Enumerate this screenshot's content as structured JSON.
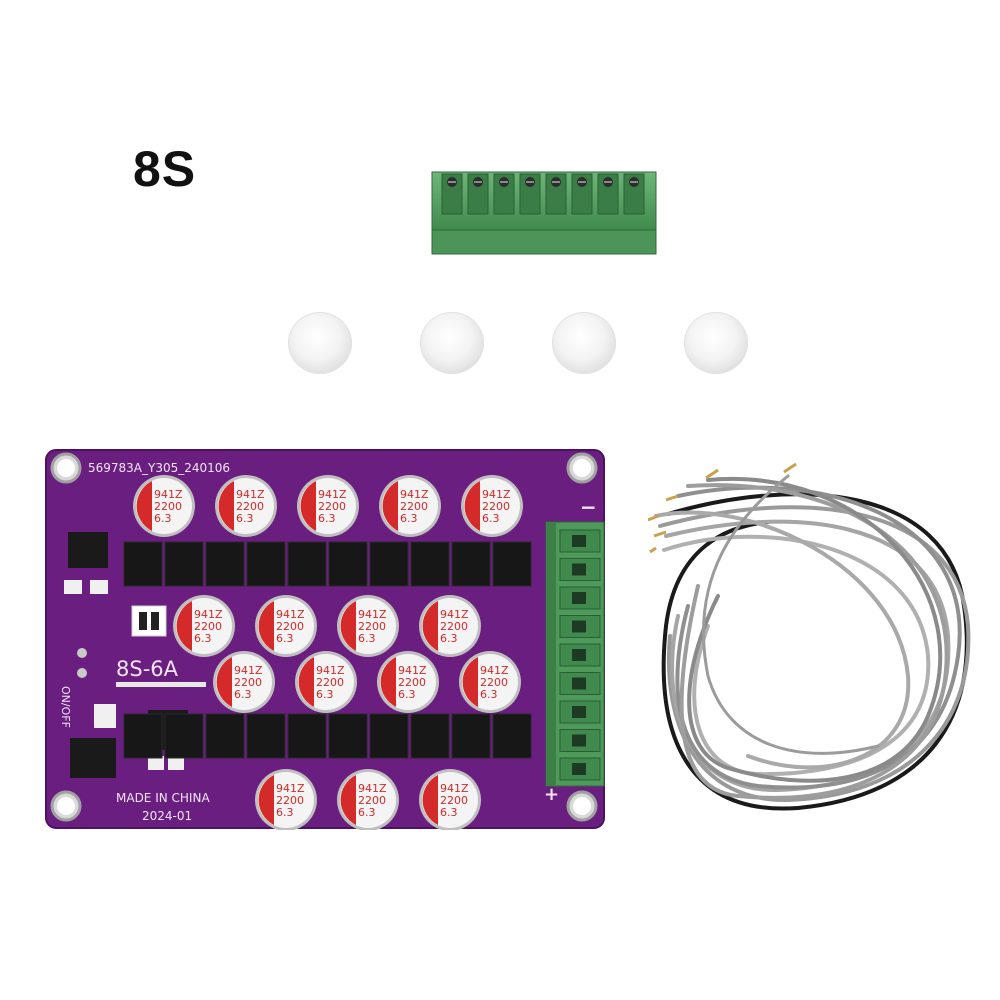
{
  "product": {
    "variant_label": "8S"
  },
  "board": {
    "part_code": "569783A_Y305_240106",
    "model_label": "8S-6A",
    "switch_label": "ON/OFF",
    "origin_line1": "MADE IN CHINA",
    "origin_line2": "2024-01",
    "minus_mark": "−",
    "plus_mark": "+",
    "pcb_color": "#6a1e7f"
  },
  "capacitor": {
    "line1": "941Z",
    "line2": "2200",
    "line3": "6.3",
    "stripe_color": "#d42a2a"
  },
  "connector": {
    "color": "#4e9a5b"
  },
  "accessories": {
    "rubber_feet_count": 4,
    "cable_colors": [
      "#9a9a9a",
      "#1a1a1a"
    ]
  }
}
